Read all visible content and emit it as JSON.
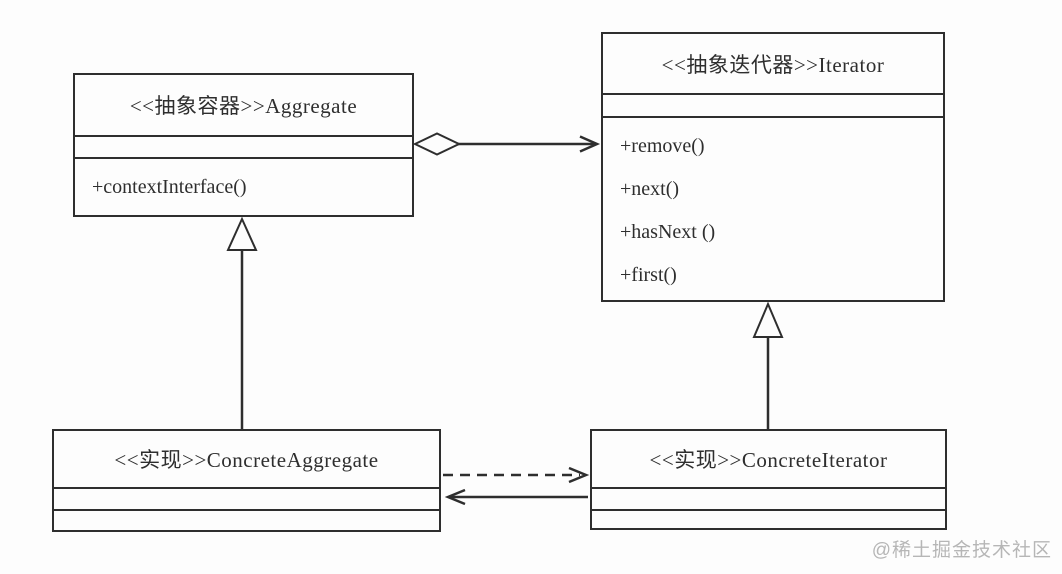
{
  "diagram": {
    "type": "uml-class-diagram",
    "pattern": "Iterator",
    "classes": {
      "aggregate": {
        "name": "<<抽象容器>>Aggregate",
        "methods": [
          "+contextInterface()"
        ]
      },
      "iterator": {
        "name": "<<抽象迭代器>>Iterator",
        "methods": [
          "+remove()",
          "+next()",
          "+hasNext ()",
          "+first()"
        ]
      },
      "concrete_aggregate": {
        "name": "<<实现>>ConcreteAggregate",
        "methods": []
      },
      "concrete_iterator": {
        "name": "<<实现>>ConcreteIterator",
        "methods": []
      }
    },
    "relationships": [
      {
        "type": "aggregation",
        "from": "Aggregate",
        "to": "Iterator",
        "line": "solid",
        "marker_from": "hollow-diamond",
        "marker_to": "open-arrow"
      },
      {
        "type": "generalization",
        "from": "ConcreteAggregate",
        "to": "Aggregate",
        "line": "solid",
        "marker_to": "hollow-triangle"
      },
      {
        "type": "generalization",
        "from": "ConcreteIterator",
        "to": "Iterator",
        "line": "solid",
        "marker_to": "hollow-triangle"
      },
      {
        "type": "dependency",
        "from": "ConcreteAggregate",
        "to": "ConcreteIterator",
        "line": "dashed",
        "marker_to": "open-arrow"
      },
      {
        "type": "association",
        "from": "ConcreteIterator",
        "to": "ConcreteAggregate",
        "line": "solid",
        "marker_to": "open-arrow"
      }
    ],
    "watermark": "@稀土掘金技术社区",
    "colors": {
      "line": "#2e2e2e",
      "background": "#fdfdfd",
      "box-fill": "#fdfdfd",
      "watermark": "#b6b6b6"
    }
  }
}
